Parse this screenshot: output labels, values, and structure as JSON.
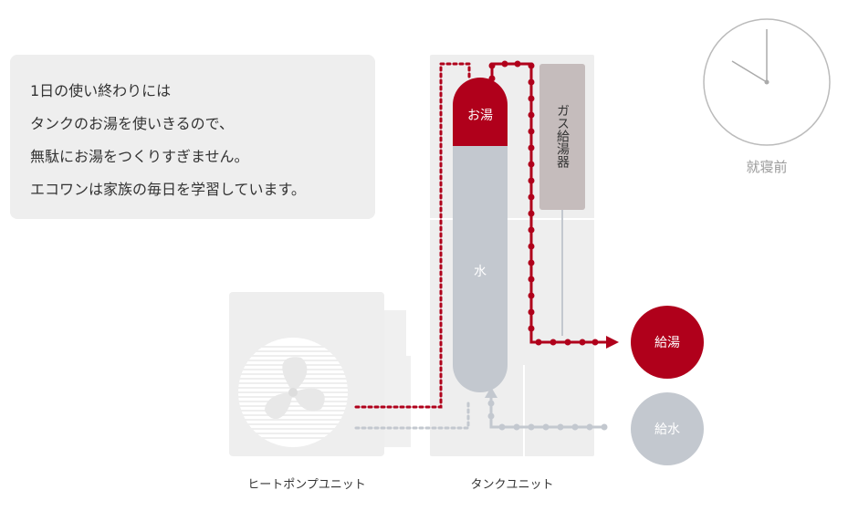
{
  "message": {
    "lines": [
      "1日の使い終わりには",
      "タンクのお湯を使いきるので、",
      "無駄にお湯をつくりすぎません。",
      "エコワンは家族の毎日を学習しています。"
    ]
  },
  "clock": {
    "label": "就寝前"
  },
  "tank": {
    "hot_label": "お湯",
    "water_label": "水"
  },
  "gas_heater": {
    "label": "ガス給湯器"
  },
  "outputs": {
    "hot_supply": "給湯",
    "water_supply": "給水"
  },
  "units": {
    "heat_pump": "ヒートポンプユニット",
    "tank_unit": "タンクユニット"
  },
  "colors": {
    "hot": "#b0001b",
    "water": "#c3c8cf",
    "heater": "#c5bcbc",
    "panel": "#eeeeee"
  }
}
